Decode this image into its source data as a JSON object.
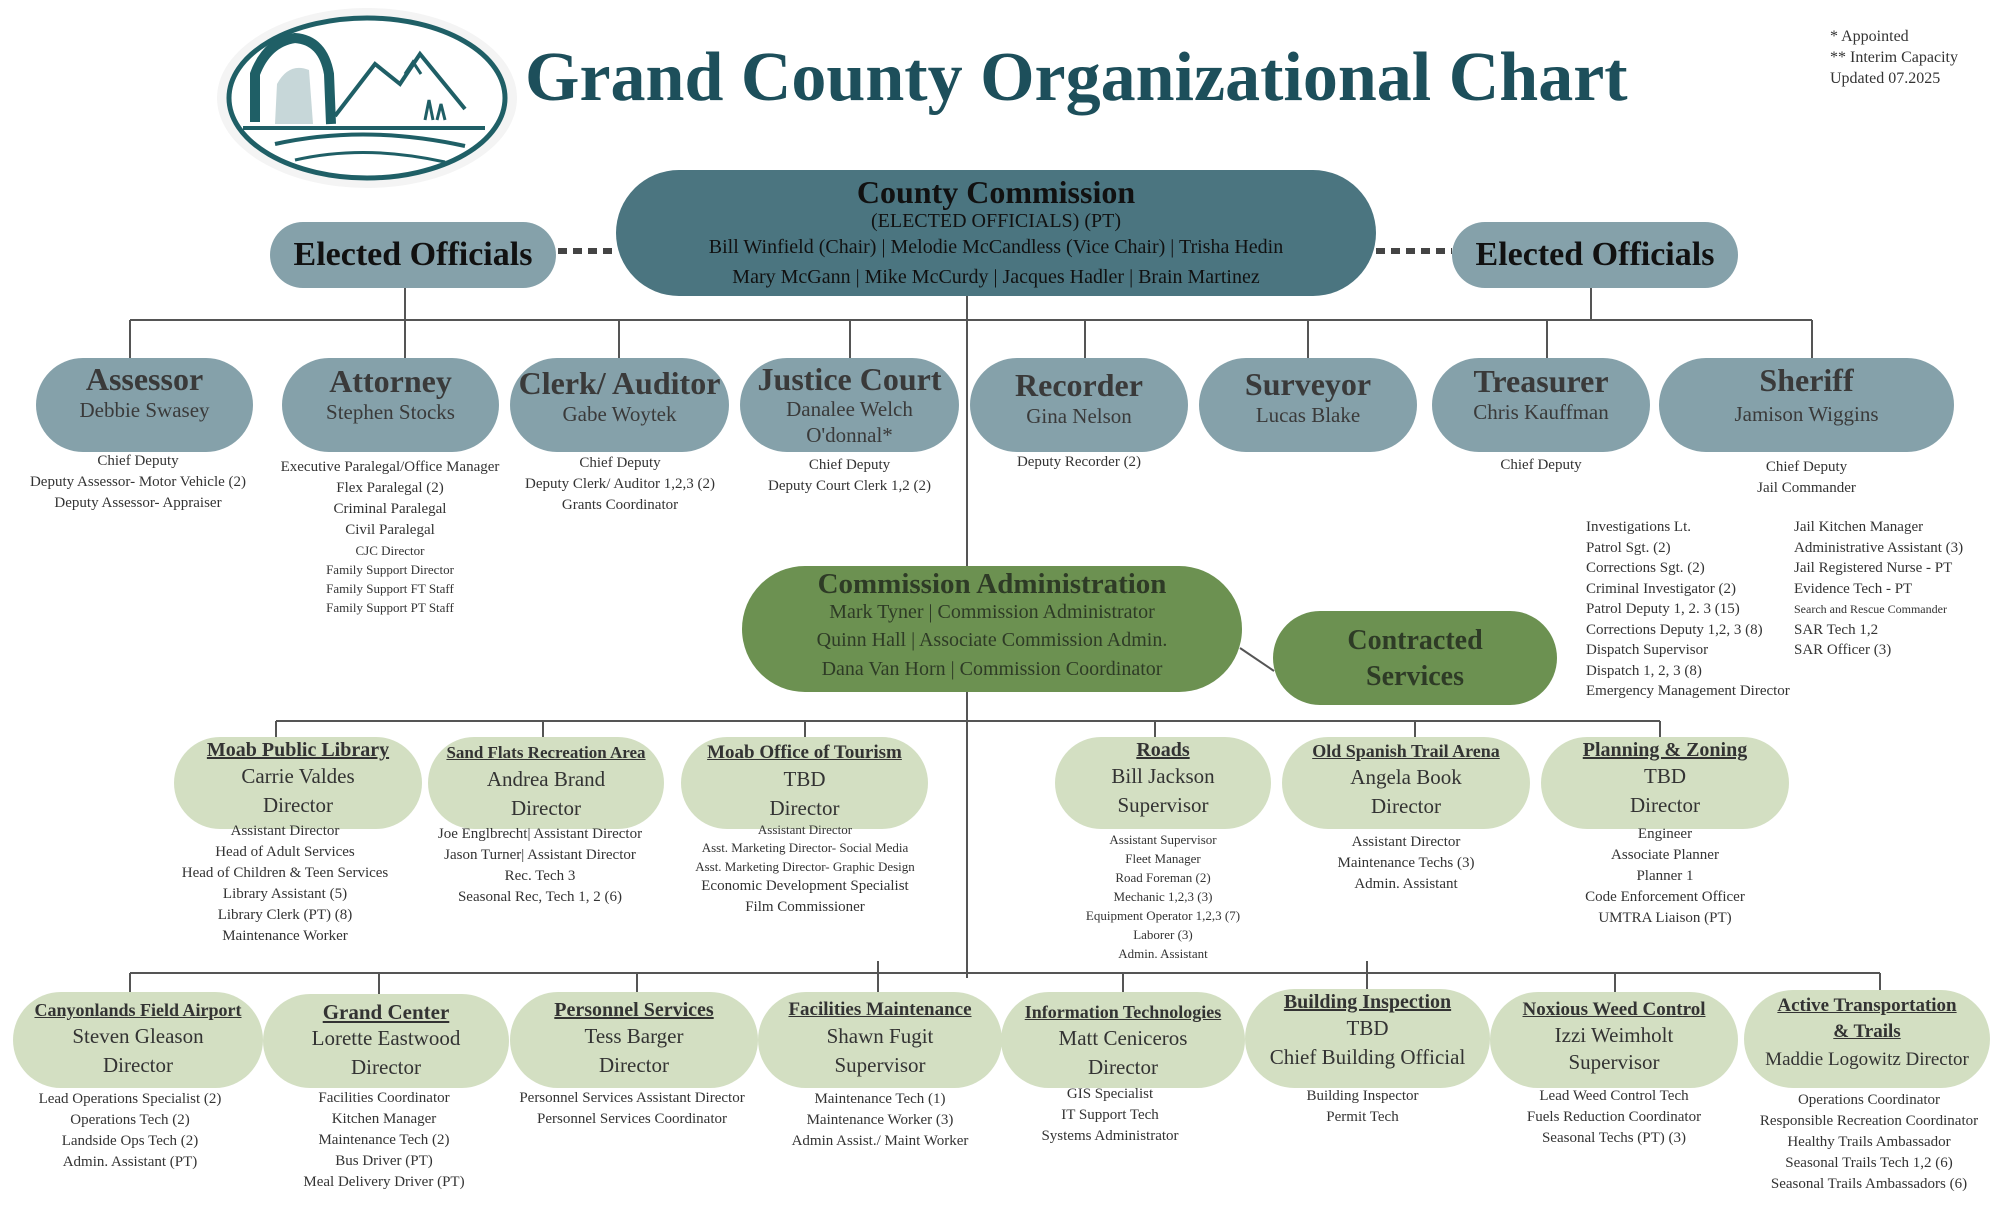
{
  "title": "Grand County Organizational Chart",
  "notes": [
    "* Appointed",
    "** Interim Capacity",
    "Updated 07.2025"
  ],
  "commission": {
    "title": "County Commission",
    "subtitle": "(ELECTED OFFICIALS) (PT)",
    "line1": "Bill Winfield (Chair) | Melodie McCandless (Vice Chair) | Trisha Hedin",
    "line2": "Mary McGann | Mike McCurdy |  Jacques Hadler  | Brain Martinez"
  },
  "elected_left": "Elected Officials",
  "elected_right": "Elected Officials",
  "officials": [
    {
      "title": "Assessor",
      "name": "Debbie Swasey",
      "staff": [
        "Chief Deputy",
        "Deputy Assessor- Motor Vehicle (2)",
        "Deputy Assessor- Appraiser"
      ]
    },
    {
      "title": "Attorney",
      "name": "Stephen Stocks",
      "staff": [
        "Executive Paralegal/Office Manager",
        "Flex Paralegal (2)",
        "Criminal Paralegal",
        "Civil Paralegal",
        "CJC Director",
        "Family Support Director",
        "Family Support FT Staff",
        "Family Support PT Staff"
      ]
    },
    {
      "title": "Clerk/ Auditor",
      "name": "Gabe Woytek",
      "staff": [
        "Chief Deputy",
        "Deputy Clerk/ Auditor 1,2,3 (2)",
        "Grants Coordinator"
      ]
    },
    {
      "title": "Justice Court",
      "name": "Danalee Welch",
      "name2": "O'donnal*",
      "staff": [
        "Chief Deputy",
        "Deputy Court Clerk 1,2 (2)"
      ]
    },
    {
      "title": "Recorder",
      "name": "Gina Nelson",
      "staff": [
        "Deputy Recorder (2)"
      ]
    },
    {
      "title": "Surveyor",
      "name": "Lucas Blake",
      "staff": []
    },
    {
      "title": "Treasurer",
      "name": "Chris Kauffman",
      "staff": [
        "Chief Deputy"
      ]
    },
    {
      "title": "Sheriff",
      "name": "Jamison Wiggins",
      "staff": [
        "Chief Deputy",
        "Jail Commander"
      ]
    }
  ],
  "sheriff_col1": [
    "Investigations Lt.",
    "Patrol Sgt. (2)",
    "Corrections Sgt. (2)",
    "Criminal Investigator (2)",
    "Patrol Deputy 1, 2. 3 (15)",
    "Corrections Deputy 1,2, 3  (8)",
    "Dispatch Supervisor",
    "Dispatch 1, 2, 3 (8)",
    "Emergency Management Director"
  ],
  "sheriff_col2": [
    "Jail Kitchen Manager",
    "Administrative Assistant (3)",
    "Jail Registered Nurse - PT",
    "Evidence Tech - PT",
    "Search and Rescue Commander",
    "SAR Tech 1,2",
    "SAR Officer (3)"
  ],
  "admin": {
    "title": "Commission Administration",
    "line1": "Mark Tyner | Commission Administrator",
    "line2": "Quinn Hall | Associate Commission Admin.",
    "line3": "Dana Van Horn | Commission Coordinator"
  },
  "contracted": {
    "line1": "Contracted",
    "line2": "Services"
  },
  "depts_row1": [
    {
      "title": "Moab Public Library ",
      "name": "Carrie Valdes",
      "role": "Director",
      "staff": [
        "Assistant Director",
        "Head of Adult Services",
        "Head of Children & Teen Services",
        "Library Assistant (5)",
        "Library Clerk (PT) (8)",
        "Maintenance Worker"
      ]
    },
    {
      "title": "Sand Flats Recreation Area",
      "name": "Andrea Brand",
      "role": "Director",
      "staff": [
        "Joe Englbrecht| Assistant Director",
        "Jason Turner| Assistant Director",
        "Rec. Tech 3",
        "Seasonal Rec, Tech 1, 2 (6)"
      ]
    },
    {
      "title": "Moab Office of Tourism ",
      "name": "TBD",
      "role": "Director",
      "staff": [
        "Assistant Director",
        "Asst. Marketing Director- Social Media",
        "Asst. Marketing Director- Graphic Design",
        "Economic Development Specialist",
        "Film Commissioner"
      ]
    },
    {
      "title": "Roads ",
      "name": "Bill Jackson",
      "role": "Supervisor",
      "staff": [
        "Assistant Supervisor",
        "Fleet Manager",
        "Road Foreman (2)",
        "Mechanic 1,2,3 (3)",
        "Equipment Operator 1,2,3 (7)",
        "Laborer (3)",
        "Admin. Assistant"
      ]
    },
    {
      "title": "Old Spanish Trail Arena ",
      "name": "Angela Book",
      "role": "Director",
      "staff": [
        "Assistant Director",
        "Maintenance Techs (3)",
        "Admin. Assistant"
      ]
    },
    {
      "title": "Planning & Zoning ",
      "name": "TBD",
      "role": "Director",
      "staff": [
        "Engineer",
        "Associate Planner",
        "Planner 1",
        "Code Enforcement Officer",
        "UMTRA Liaison (PT)"
      ]
    }
  ],
  "depts_row2": [
    {
      "title": "Canyonlands Field Airport",
      "name": "Steven Gleason",
      "role": "Director",
      "staff": [
        "Lead Operations Specialist (2)",
        "Operations Tech  (2)",
        "Landside Ops Tech (2)",
        "Admin. Assistant (PT)"
      ]
    },
    {
      "title": "Grand Center ",
      "name": "Lorette Eastwood",
      "role": "Director",
      "staff": [
        "Facilities Coordinator",
        "Kitchen Manager",
        "Maintenance Tech (2)",
        "Bus Driver (PT)",
        "Meal Delivery Driver (PT)"
      ]
    },
    {
      "title": "Personnel Services ",
      "name": "Tess Barger",
      "role": "Director",
      "staff": [
        "Personnel Services Assistant Director",
        "Personnel Services Coordinator"
      ]
    },
    {
      "title": "Facilities Maintenance",
      "name": "Shawn Fugit",
      "role": "Supervisor",
      "staff": [
        "Maintenance Tech (1)",
        "Maintenance Worker (3)",
        "Admin Assist./ Maint Worker"
      ]
    },
    {
      "title": "Information Technologies",
      "name": "Matt Ceniceros",
      "role": "Director",
      "staff": [
        "GIS Specialist",
        "IT Support Tech",
        "Systems Administrator"
      ]
    },
    {
      "title": "Building Inspection",
      "name": "TBD",
      "role": "Chief Building Official",
      "staff": [
        "Building Inspector",
        "Permit Tech"
      ]
    },
    {
      "title": "Noxious Weed Control",
      "name": "Izzi Weimholt",
      "role": "Supervisor",
      "staff": [
        "Lead Weed Control Tech",
        "Fuels Reduction Coordinator",
        "Seasonal Techs  (PT) (3)"
      ]
    },
    {
      "title": "Active Transportation",
      "title2": "& Trails",
      "name": "Maddie Logowitz  Director",
      "role": "",
      "staff": [
        "Operations Coordinator",
        "Responsible Recreation Coordinator",
        "Healthy Trails Ambassador",
        "Seasonal Trails Tech 1,2 (6)",
        "Seasonal Trails Ambassadors (6)"
      ]
    }
  ]
}
